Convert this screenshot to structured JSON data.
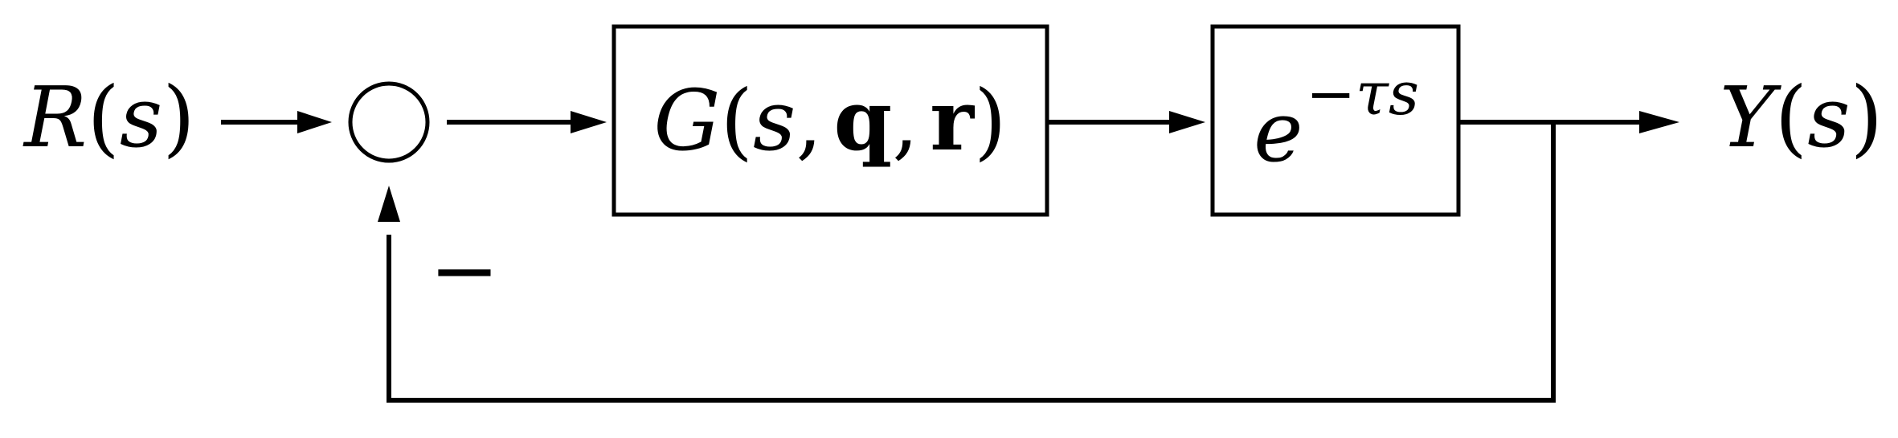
{
  "diagram": {
    "input_signal": {
      "sym": "R",
      "open": "(",
      "arg": "s",
      "close": ")"
    },
    "output_signal": {
      "sym": "Y",
      "open": "(",
      "arg": "s",
      "close": ")"
    },
    "plant_block": {
      "func": "G",
      "open": "(",
      "arg_s": "s",
      "comma1": ",",
      "arg_q": "q",
      "comma2": ",",
      "arg_r": "r",
      "close": ")"
    },
    "delay_block": {
      "base": "e",
      "exponent": "−τs"
    },
    "feedback_sign": "−"
  }
}
